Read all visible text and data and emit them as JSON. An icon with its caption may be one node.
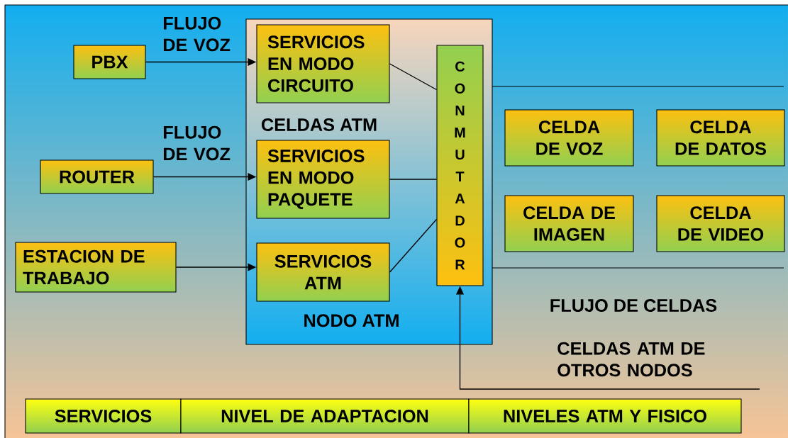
{
  "diagram": {
    "nodes": [
      {
        "text": [
          "PBX"
        ]
      },
      {
        "text": [
          "ROUTER"
        ]
      },
      {
        "text": [
          "ESTACION DE TRABAJO"
        ]
      },
      {
        "text": [
          "NODO ATM"
        ]
      },
      {
        "text": [
          "SERVICIOS EN MODO CIRCUITO"
        ],
        "in": 3
      },
      {
        "text": [
          "SERVICIOS EN MODO PAQUETE"
        ],
        "in": 3
      },
      {
        "text": [
          "SERVICIOS ATM"
        ],
        "in": 3
      },
      {
        "text": [
          "CONMUTADOR"
        ],
        "in": 3
      },
      {
        "text": [
          "CELDA DE VOZ"
        ]
      },
      {
        "text": [
          "CELDA DE DATOS"
        ]
      },
      {
        "text": [
          "CELDA DE IMAGEN"
        ]
      },
      {
        "text": [
          "CELDA DE VIDEO"
        ]
      },
      {
        "text": [
          "SERVICIOS"
        ]
      },
      {
        "text": [
          "NIVEL DE ADAPTACION"
        ]
      },
      {
        "text": [
          "NIVELES ATM Y FISICO"
        ]
      }
    ],
    "edges": [
      {
        "from": 0,
        "to": 4,
        "arrow": "to",
        "label": "FLUJO DE VOZ"
      },
      {
        "from": 1,
        "to": 5,
        "arrow": "to",
        "label": "FLUJO DE VOZ"
      },
      {
        "from": 2,
        "to": 6,
        "arrow": "to"
      },
      {
        "from": 4,
        "to": 7,
        "arrow": "none"
      },
      {
        "from": 5,
        "to": 7,
        "arrow": "none"
      },
      {
        "from": 6,
        "to": 7,
        "arrow": "none"
      },
      {
        "from": null,
        "to": 7,
        "arrow": "to"
      }
    ],
    "labels": [
      "CELDAS ATM",
      "FLUJO DE CELDAS",
      "CELDAS ATM DE OTROS NODOS"
    ]
  }
}
